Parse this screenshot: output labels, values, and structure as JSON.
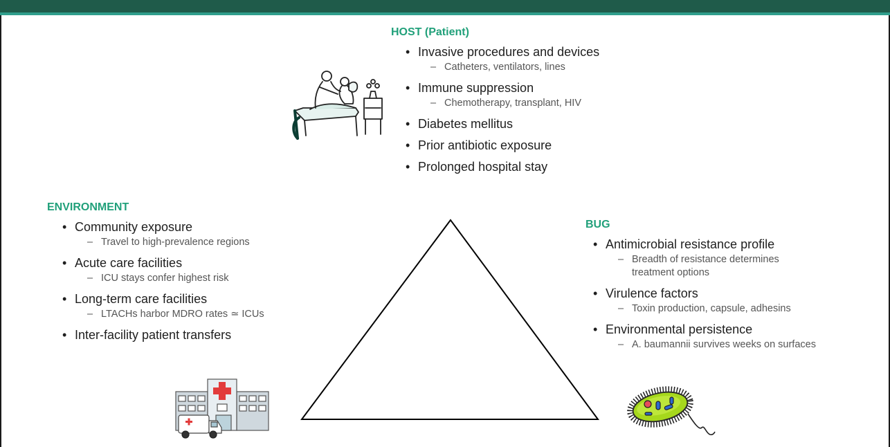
{
  "colors": {
    "header_bar": "#1f5b4a",
    "accent_line": "#2f9e8c",
    "heading": "#21a07a"
  },
  "host": {
    "title": "HOST (Patient)",
    "items": [
      {
        "label": "Invasive procedures and devices",
        "sub": "Catheters, ventilators, lines"
      },
      {
        "label": "Immune suppression",
        "sub": "Chemotherapy, transplant, HIV"
      },
      {
        "label": "Diabetes mellitus"
      },
      {
        "label": "Prior antibiotic exposure"
      },
      {
        "label": "Prolonged hospital stay"
      }
    ]
  },
  "environment": {
    "title": "ENVIRONMENT",
    "items": [
      {
        "label": "Community exposure",
        "sub": "Travel to high-prevalence regions"
      },
      {
        "label": "Acute care facilities",
        "sub": "ICU stays confer highest risk"
      },
      {
        "label": "Long-term care facilities",
        "sub": "LTACHs harbor MDRO rates ≃ ICUs"
      },
      {
        "label": "Inter-facility patient transfers"
      }
    ]
  },
  "bug": {
    "title": "BUG",
    "items": [
      {
        "label": "Antimicrobial resistance profile",
        "sub_lines": [
          "Breadth of resistance determines",
          "treatment options"
        ]
      },
      {
        "label": "Virulence factors",
        "sub": "Toxin production, capsule, adhesins"
      },
      {
        "label": "Environmental persistence",
        "sub": "A. baumannii survives weeks on surfaces"
      }
    ]
  },
  "icons": {
    "host": "patient-bed-icon",
    "environment": "hospital-ambulance-icon",
    "bug": "bacterium-icon"
  }
}
